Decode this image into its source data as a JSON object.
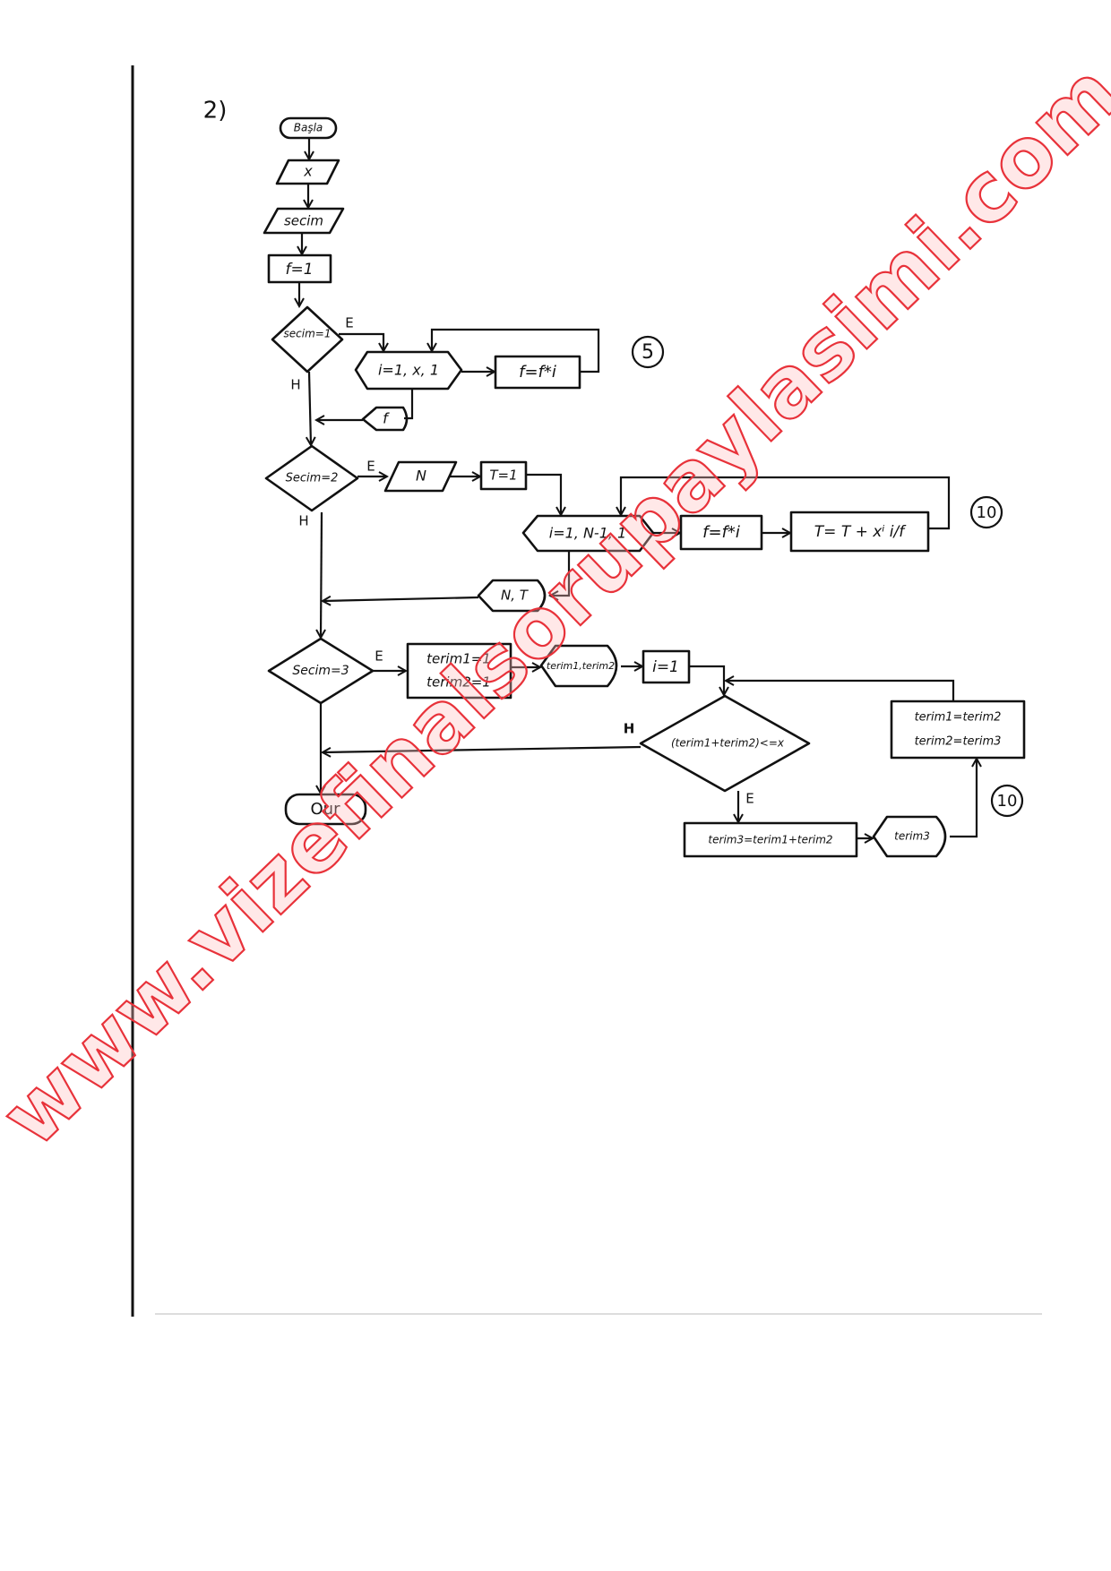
{
  "question_number": "2)",
  "flowchart": {
    "start": "Başla",
    "input_x": "x",
    "input_secim": "secim",
    "init_f": "f=1",
    "decision1": "secim=1",
    "loop1": "i=1, x, 1",
    "loop1_body": "f=f*i",
    "output1": "f",
    "score1": "5",
    "decision2": "Secim=2",
    "input_n": "N",
    "init_t": "T=1",
    "loop2": "i=1, N-1, 1",
    "loop2_body1": "f=f*i",
    "loop2_body2": "T= T + xⁱ i/f",
    "output2": "N, T",
    "score2": "10",
    "decision3": "Secim=3",
    "init_terms_line1": "terim1=1",
    "init_terms_line2": "terim2=1",
    "output3": "terim1,terim2",
    "init_i": "i=1",
    "decision4": "(terim1+terim2)<=x",
    "compute_terim3": "terim3=terim1+terim2",
    "output4": "terim3",
    "shift_line1": "terim1=terim2",
    "shift_line2": "terim2=terim3",
    "score3": "10",
    "end": "Our",
    "yes_label": "E",
    "no_label": "H"
  },
  "watermark": "www.vizefinalsorupaylasimi.com"
}
